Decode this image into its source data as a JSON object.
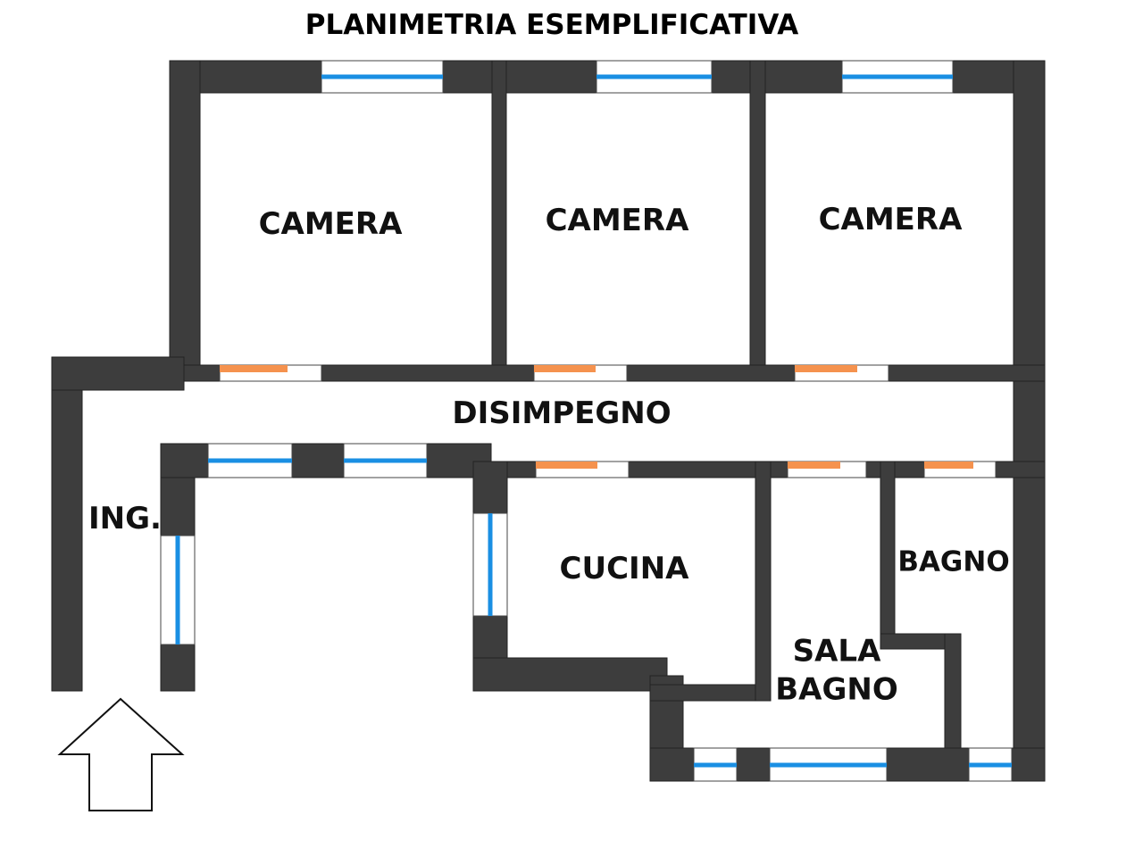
{
  "title": "PLANIMETRIA ESEMPLIFICATIVA",
  "rooms": {
    "camera_1": "CAMERA",
    "camera_2": "CAMERA",
    "camera_3": "CAMERA",
    "disimpegno": "DISIMPEGNO",
    "ingresso": "ING.",
    "cucina": "CUCINA",
    "bagno": "BAGNO",
    "sala_bagno_line1": "SALA",
    "sala_bagno_line2": "BAGNO"
  },
  "colors": {
    "wall": "#3d3d3d",
    "window": "#1a8fe3",
    "door": "#f5924e"
  }
}
